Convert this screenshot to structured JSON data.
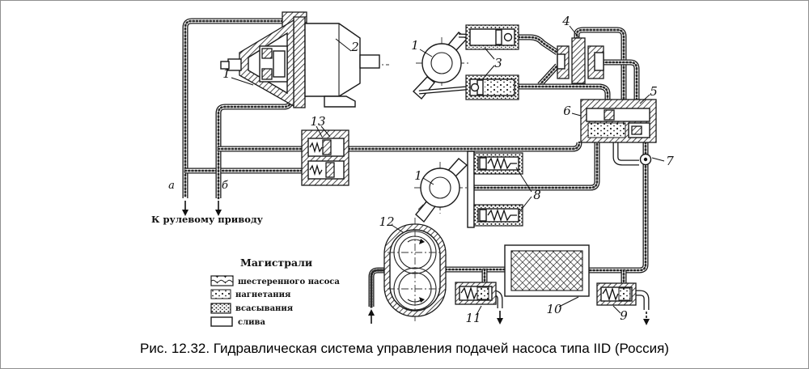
{
  "figure": {
    "caption": "Рис. 12.32. Гидравлическая система управления подачей насоса типа IID (Россия)"
  },
  "annotations": {
    "to_steering": "К рулевому приводу",
    "line_a": "а",
    "line_b": "б"
  },
  "part_numbers": {
    "n1": "1",
    "n2": "2",
    "n3": "3",
    "n4": "4",
    "n5": "5",
    "n6": "6",
    "n7": "7",
    "n8": "8",
    "n9": "9",
    "n10": "10",
    "n11": "11",
    "n12": "12",
    "n13": "13"
  },
  "legend": {
    "title": "Магистрали",
    "items": [
      {
        "label": "шестеренного насоса",
        "pattern": "gear-pump"
      },
      {
        "label": "нагнетания",
        "pattern": "discharge"
      },
      {
        "label": "всасывания",
        "pattern": "suction"
      },
      {
        "label": "слива",
        "pattern": "drain"
      }
    ]
  },
  "colors": {
    "ink": "#1a1a1a",
    "border": "#8f8f8f",
    "background": "#ffffff"
  }
}
